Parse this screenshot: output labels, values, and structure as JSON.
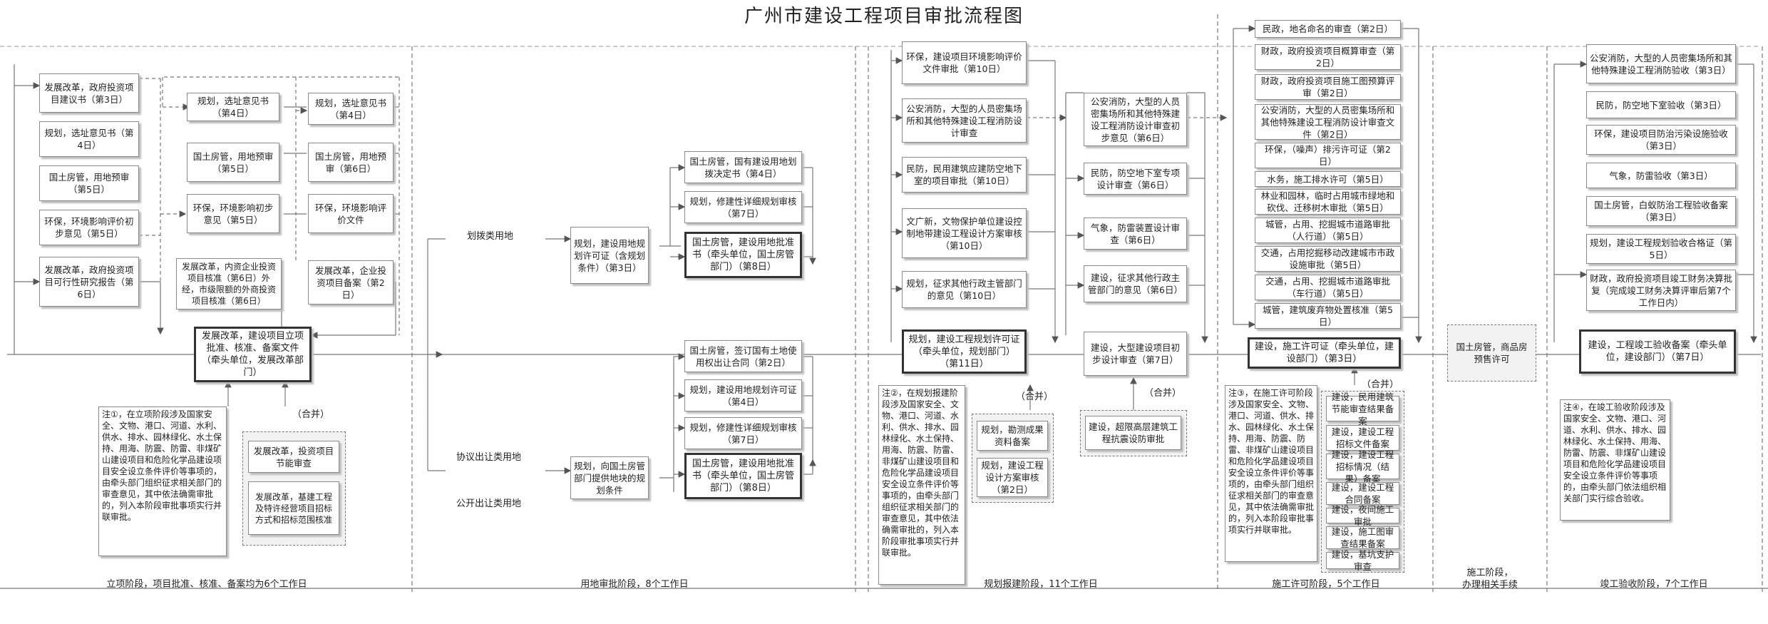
{
  "title": "广州市建设工程项目审批流程图",
  "stages": {
    "s1": "立项阶段，项目批准、核准、备案均为6个工作日",
    "s2": "用地审批阶段，8个工作日",
    "s3": "规划报建阶段，11个工作日",
    "s4": "施工许可阶段，5个工作日",
    "s5a": "施工阶段，",
    "s5b": "办理相关手续",
    "s6": "竣工验收阶段，7个工作日"
  },
  "land": {
    "huabo": "划拨类用地",
    "xieyi": "协议出让类用地",
    "gongkai": "公开出让类用地"
  },
  "merge": "（合并）",
  "s1": {
    "b1": "发展改革，政府投资项目建议书（第3日）",
    "b2": "规划，选址意见书（第4日）",
    "b3": "国土房管，用地预审（第5日）",
    "b4": "环保，环境影响评价初步意见（第5日）",
    "b5": "发展改革，政府投资项目可行性研究报告（第6日）",
    "c1": "规划，选址意见书（第4日）",
    "c2": "国土房管，用地预审（第5日）",
    "c3": "环保，环境影响初步意见（第5日）",
    "c4": "发展改革，内资企业投资项目核准（第6日）外经，市级限额的外商投资项目核准（第6日）",
    "d1": "规划，选址意见书（第4日）",
    "d2": "国土房管，用地预审（第6日）",
    "d3": "环保，环境影响评价文件",
    "d4": "发展改革，企业投资项目备案（第2日）",
    "main": "发展改革，建设项目立项批准、核准、备案文件（牵头单位，发展改革部门）",
    "m1": "发展改革，投资项目节能审查",
    "m2": "发展改革，基建工程及特许经营项目招标方式和招标范围核准",
    "note": "注①，在立项阶段涉及国家安全、文物、港口、河道、水利、供水、排水、园林绿化、水土保持、用海、防震、防雷、非煤矿山建设项目和危险化学品建设项目安全设立条件评价等事项的，由牵头部门组织征求相关部门的审查意见，其中依法确需审批的，列入本阶段审批事项实行并联审批。"
  },
  "s2": {
    "p1": "规划，建设用地规划许可证（含规划条件）（第3日）",
    "p2": "规划，向国土房管部门提供地块的规划条件",
    "a1": "国土房管，国有建设用地划拨决定书（第4日）",
    "a2": "规划，修建性详细规划审核（第7日）",
    "a3": "国土房管，建设用地批准书（牵头单位，国土房管部门）（第8日）",
    "b1": "国土房管，签订国有土地使用权出让合同（第2日）",
    "b2": "规划，建设用地规划许可证（第4日）",
    "b3": "规划，修建性详细规划审核（第7日）",
    "b4": "国土房管，建设用地批准书（牵头单位，国土房管部门）（第8日）"
  },
  "s3": {
    "e1": "环保，建设项目环境影响评价文件审批（第10日）",
    "e2": "公安消防，大型的人员密集场所和其他特殊建设工程消防设计审查",
    "e3": "民防，民用建筑应建防空地下室的项目审批（第10日）",
    "e4": "文广新，文物保护单位建设控制地带建设工程设计方案审核（第10日）",
    "e5": "规划，征求其他行政主管部门的意见（第10日）",
    "main": "规划，建设工程规划许可证（牵头单位，规划部门）（第11日）",
    "m1": "规划，勘测成果资料备案",
    "m2": "规划，建设工程设计方案审核（第2日）",
    "f1": "公安消防，大型的人员密集场所和其他特殊建设工程消防设计审查初步意见（第6日）",
    "f2": "民防，防空地下室专项设计审查（第6日）",
    "f3": "气象，防雷装置设计审查（第6日）",
    "f4": "建设，征求其他行政主管部门的意见（第6日）",
    "f5": "建设，大型建设项目初步设计审查（第7日）",
    "g1": "建设，超限高层建筑工程抗震设防审批",
    "note": "注②，在规划报建阶段涉及国家安全、文物、港口、河道、水利、供水、排水、园林绿化、水土保持、用海、防震、防雷、非煤矿山建设项目和危险化学品建设项目安全设立条件评价等事项的，由牵头部门组织征求相关部门的审查意见，其中依法确需审批的，列入本阶段审批事项实行并联审批。"
  },
  "s4": {
    "h1": "民政，地名命名的审查（第2日）",
    "h2": "财政，政府投资项目概算审查（第2日）",
    "h3": "财政，政府投资项目施工图预算评审（第2日）",
    "h4": "公安消防，大型的人员密集场所和其他特殊建设工程消防设计审查文件（第2日）",
    "h5": "环保，（噪声）排污许可证（第2日）",
    "h6": "水务，施工排水许可（第5日）",
    "h7": "林业和园林，临时占用城市绿地和砍伐、迁移树木审批（第5日）",
    "h8": "城管，占用、挖掘城市道路审批（人行道）（第5日）",
    "h9": "交通，占用挖掘移动改建城市市政设施审批（第5日）",
    "h10": "交通，占用、挖掘城市道路审批（车行道）（第5日）",
    "h11": "城管，建筑废弃物处置核准（第5日）",
    "main": "建设，施工许可证（牵头单位，建设部门）（第3日）",
    "m1": "建设，民用建筑节能审查结果备案",
    "m2": "建设，建设工程招标文件备案",
    "m3": "建设，建设工程招标情况（结果）备案",
    "m4": "建设，建设工程合同备案",
    "m5": "建设，夜间施工审批",
    "m6": "建设，施工图审查结果备案",
    "m7": "建设，基坑支护审查",
    "note": "注③，在施工许可阶段涉及国家安全、文物、港口、河道、供水、排水、园林绿化、水土保持、用海、防震、防雷、非煤矿山建设项目和危险化学品建设项目安全设立条件评价等事项的，由牵头部门组织征求相关部门的审查意见，其中依法确需审批的，列入本阶段审批事项实行并联审批。"
  },
  "s5": {
    "presale": "国土房管，商品房预售许可"
  },
  "s6": {
    "k1": "公安消防，大型的人员密集场所和其他特殊建设工程消防验收（第3日）",
    "k2": "民防，防空地下室验收（第3日）",
    "k3": "环保，建设项目防治污染设施验收（第3日）",
    "k4": "气象，防雷验收（第3日）",
    "k5": "国土房管，白蚁防治工程验收备案（第3日）",
    "k6": "规划，建设工程规划验收合格证（第5日）",
    "k7": "财政，政府投资项目竣工财务决算批复（完成竣工财务决算评审后第7个工作日内）",
    "main": "建设，工程竣工验收备案（牵头单位，建设部门）（第7日）",
    "note": "注④，在竣工验收阶段涉及国家安全、文物、港口、河道、水利、供水、排水、园林绿化、水土保持、用海、防雷、防震、非煤矿山建设项目和危险化学品建设项目安全设立条件评价等事项的，由牵头部门依法组织相关部门实行综合验收。"
  }
}
